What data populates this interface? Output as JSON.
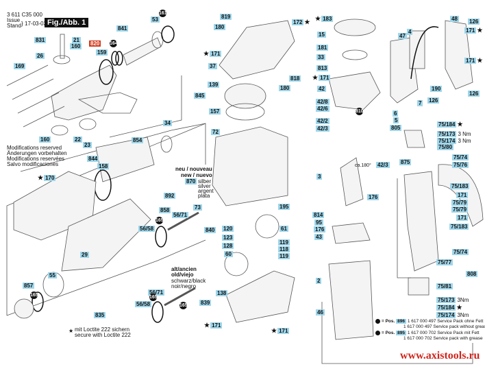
{
  "header": {
    "part_number": "3 611 C35 000",
    "issue_label": "Issue",
    "stand_label": "Stand",
    "date": "17-03-03",
    "figure": "Fig./Abb. 1"
  },
  "notes": {
    "modifications": [
      "Modifications reserved",
      "Änderungen vorbehalten",
      "Modifications reservées",
      "Salvo modificaciones"
    ],
    "new_variant": [
      "neu / nouveau",
      "new / nuevo"
    ],
    "new_color": [
      "silber",
      "silver",
      "argent",
      "plata"
    ],
    "old_variant": [
      "alt/ancien",
      "old/viejo"
    ],
    "old_color": [
      "schwarz/black",
      "noir/negro"
    ],
    "loctite": [
      "mit Loctite 222 sichern",
      "secure with Loctite 222"
    ],
    "rotation": "ca.180°"
  },
  "legend": [
    {
      "prefix": "= Pos.",
      "pos": "896",
      "lines": [
        "1 617 000 497 Service Pack ohne Fett",
        "1 617 000 497 Service pack without grease"
      ]
    },
    {
      "prefix": "= Pos.",
      "pos": "895",
      "lines": [
        "1 617 000 702 Service Pack mit Fett",
        "1 617 000 702 Service pack with grease"
      ]
    }
  ],
  "website": "www.axistools.ru",
  "colors": {
    "callout": "#9fd6ea",
    "highlight": "#d23a1e",
    "site": "#d0251c"
  },
  "callouts": [
    {
      "t": "161",
      "k": "d"
    },
    {
      "t": "53",
      "k": "c"
    },
    {
      "t": "841",
      "k": "c"
    },
    {
      "t": "21",
      "k": "c"
    },
    {
      "t": "160",
      "k": "c"
    },
    {
      "t": "831",
      "k": "c"
    },
    {
      "t": "820",
      "k": "r"
    },
    {
      "t": "164",
      "k": "d"
    },
    {
      "t": "159",
      "k": "c"
    },
    {
      "t": "26",
      "k": "c"
    },
    {
      "t": "169",
      "k": "c"
    },
    {
      "t": "34",
      "k": "c"
    },
    {
      "t": "160",
      "k": "c"
    },
    {
      "t": "22",
      "k": "c"
    },
    {
      "t": "23",
      "k": "c"
    },
    {
      "t": "854",
      "k": "c"
    },
    {
      "t": "844",
      "k": "c"
    },
    {
      "t": "158",
      "k": "c"
    },
    {
      "t": "170",
      "k": "c",
      "star": "pre2"
    },
    {
      "t": "870",
      "k": "c"
    },
    {
      "t": "892",
      "k": "c"
    },
    {
      "t": "858",
      "k": "c"
    },
    {
      "t": "56/71",
      "k": "c"
    },
    {
      "t": "73",
      "k": "c"
    },
    {
      "t": "56/58",
      "k": "c"
    },
    {
      "t": "165",
      "k": "d"
    },
    {
      "t": "840",
      "k": "c"
    },
    {
      "t": "29",
      "k": "c"
    },
    {
      "t": "55",
      "k": "c"
    },
    {
      "t": "857",
      "k": "c"
    },
    {
      "t": "165",
      "k": "d"
    },
    {
      "t": "56/71",
      "k": "c"
    },
    {
      "t": "56/58",
      "k": "c"
    },
    {
      "t": "165",
      "k": "d"
    },
    {
      "t": "835",
      "k": "c"
    },
    {
      "t": "839",
      "k": "c"
    },
    {
      "t": "171",
      "k": "c",
      "star": "pre"
    },
    {
      "t": "819",
      "k": "c"
    },
    {
      "t": "180",
      "k": "c"
    },
    {
      "t": "172",
      "k": "c",
      "star": "post"
    },
    {
      "t": "183",
      "k": "c",
      "star": "pre"
    },
    {
      "t": "15",
      "k": "c"
    },
    {
      "t": "171",
      "k": "c",
      "star": "pre"
    },
    {
      "t": "181",
      "k": "c"
    },
    {
      "t": "37",
      "k": "c"
    },
    {
      "t": "33",
      "k": "c"
    },
    {
      "t": "813",
      "k": "c"
    },
    {
      "t": "818",
      "k": "c"
    },
    {
      "t": "180",
      "k": "c"
    },
    {
      "t": "171",
      "k": "c",
      "star": "pre"
    },
    {
      "t": "139",
      "k": "c"
    },
    {
      "t": "42",
      "k": "c"
    },
    {
      "t": "845",
      "k": "c"
    },
    {
      "t": "42/8",
      "k": "c"
    },
    {
      "t": "42/6",
      "k": "c"
    },
    {
      "t": "810",
      "k": "d"
    },
    {
      "t": "157",
      "k": "c"
    },
    {
      "t": "42/2",
      "k": "c"
    },
    {
      "t": "42/3",
      "k": "c"
    },
    {
      "t": "72",
      "k": "c"
    },
    {
      "t": "42/3",
      "k": "c"
    },
    {
      "t": "48",
      "k": "c"
    },
    {
      "t": "126",
      "k": "c"
    },
    {
      "t": "171",
      "k": "c",
      "star": "post"
    },
    {
      "t": "4",
      "k": "c"
    },
    {
      "t": "47",
      "k": "c"
    },
    {
      "t": "171",
      "k": "c",
      "star": "post"
    },
    {
      "t": "190",
      "k": "c"
    },
    {
      "t": "126",
      "k": "c"
    },
    {
      "t": "7",
      "k": "c"
    },
    {
      "t": "126",
      "k": "c"
    },
    {
      "t": "6",
      "k": "c"
    },
    {
      "t": "5",
      "k": "c"
    },
    {
      "t": "805",
      "k": "c"
    },
    {
      "t": "75/184",
      "k": "c",
      "star": "post"
    },
    {
      "t": "75/173",
      "k": "c",
      "suffix": "3 Nm"
    },
    {
      "t": "75/174",
      "k": "c",
      "suffix": "3 Nm"
    },
    {
      "t": "75/80",
      "k": "c"
    },
    {
      "t": "875",
      "k": "c"
    },
    {
      "t": "75/74",
      "k": "c"
    },
    {
      "t": "75/76",
      "k": "c"
    },
    {
      "t": "3",
      "k": "c"
    },
    {
      "t": "176",
      "k": "c"
    },
    {
      "t": "195",
      "k": "c"
    },
    {
      "t": "814",
      "k": "c"
    },
    {
      "t": "95",
      "k": "c"
    },
    {
      "t": "176",
      "k": "c"
    },
    {
      "t": "43",
      "k": "c"
    },
    {
      "t": "120",
      "k": "c"
    },
    {
      "t": "61",
      "k": "c"
    },
    {
      "t": "123",
      "k": "c"
    },
    {
      "t": "128",
      "k": "c"
    },
    {
      "t": "119",
      "k": "c"
    },
    {
      "t": "118",
      "k": "c"
    },
    {
      "t": "119",
      "k": "c"
    },
    {
      "t": "60",
      "k": "c"
    },
    {
      "t": "2",
      "k": "c"
    },
    {
      "t": "138",
      "k": "c"
    },
    {
      "t": "46",
      "k": "c"
    },
    {
      "t": "171",
      "k": "c",
      "star": "pre"
    },
    {
      "t": "75/183",
      "k": "c"
    },
    {
      "t": "171",
      "k": "c"
    },
    {
      "t": "75/79",
      "k": "c"
    },
    {
      "t": "75/79",
      "k": "c"
    },
    {
      "t": "171",
      "k": "c"
    },
    {
      "t": "75/183",
      "k": "c"
    },
    {
      "t": "75/74",
      "k": "c"
    },
    {
      "t": "75/77",
      "k": "c"
    },
    {
      "t": "808",
      "k": "c"
    },
    {
      "t": "75/81",
      "k": "c"
    },
    {
      "t": "75/173",
      "k": "c",
      "suffix": "3Nm"
    },
    {
      "t": "75/184",
      "k": "c",
      "star": "post"
    },
    {
      "t": "75/174",
      "k": "c",
      "suffix": "3Nm"
    },
    {
      "t": "165",
      "k": "d"
    }
  ]
}
